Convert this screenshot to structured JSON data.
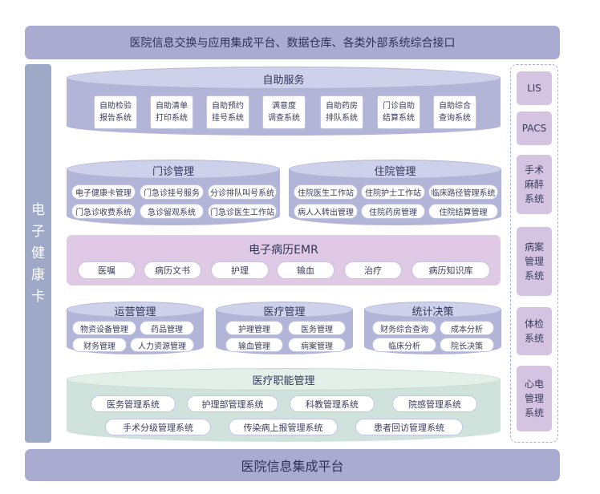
{
  "top_bar": "医院信息交换与应用集成平台、数据仓库、各类外部系统综合接口",
  "bottom_bar": "医院信息集成平台",
  "ehealth_card": [
    "电",
    "子",
    "健",
    "康",
    "卡"
  ],
  "self_service": {
    "title": "自助服务",
    "items": [
      "自助检验\n报告系统",
      "自助清单\n打印系统",
      "自助预约\n挂号系统",
      "满意度\n调查系统",
      "自助药房\n排队系统",
      "门诊自助\n结算系统",
      "自助综合\n查询系统"
    ]
  },
  "outpatient": {
    "title": "门诊管理",
    "items": [
      "电子健康卡管理",
      "门急诊挂号服务",
      "分诊排队叫号系统",
      "门急诊收费系统",
      "急诊留观系统",
      "门急诊医生工作站"
    ]
  },
  "inpatient": {
    "title": "住院管理",
    "items": [
      "住院医生工作站",
      "住院护士工作站",
      "临床路径管理系统",
      "病人入转出管理",
      "住院药房管理",
      "住院结算管理"
    ]
  },
  "emr": {
    "title": "电子病历EMR",
    "items": [
      "医嘱",
      "病历文书",
      "护理",
      "输血",
      "治疗",
      "病历知识库"
    ]
  },
  "operations": {
    "title": "运营管理",
    "items": [
      "物资设备管理",
      "药品管理",
      "财务管理",
      "人力资源管理"
    ]
  },
  "medical": {
    "title": "医疗管理",
    "items": [
      "护理管理",
      "医务管理",
      "输血管理",
      "病案管理"
    ]
  },
  "statistics": {
    "title": "统计决策",
    "items": [
      "财务综合查询",
      "成本分析",
      "临床分析",
      "院长决策"
    ]
  },
  "functional": {
    "title": "医疗职能管理",
    "row1": [
      "医务管理系统",
      "护理部管理系统",
      "科教管理系统",
      "院感管理系统"
    ],
    "row2": [
      "手术分级管理系统",
      "传染病上报管理系统",
      "患者回访管理系统"
    ]
  },
  "right_column": [
    "LIS",
    "PACS",
    "手术\n麻醉\n系统",
    "病案\n管理\n系统",
    "体检\n系统",
    "心电\n管理\n系统"
  ],
  "colors": {
    "bar": "#a9acd0",
    "cylinder_blue": "#b3b5d8",
    "cylinder_lid": "#cfd1eb",
    "emr_purple": "#dfc9e4",
    "functional_green": "#cfe3dc",
    "side_box": "#d4c4e2",
    "ecard": "#9ea8c7"
  }
}
